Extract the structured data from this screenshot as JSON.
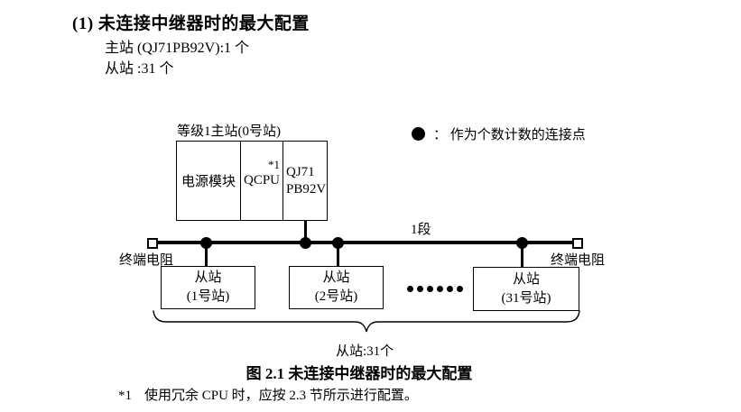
{
  "colors": {
    "ink": "#000000",
    "paper": "#ffffff"
  },
  "header": {
    "heading": "(1) 未连接中继器时的最大配置",
    "master_line": "主站 (QJ71PB92V):1 个",
    "slave_line": "从站 :31 个"
  },
  "diagram": {
    "master": {
      "label": "等级1主站(0号站)",
      "power_module": "电源模块",
      "cpu": "QCPU",
      "cpu_note": "*1",
      "module_line1": "QJ71",
      "module_line2": "PB92V"
    },
    "legend": {
      "icon": "filled-circle",
      "text": "：  作为个数计数的连接点"
    },
    "segment_label": "1段",
    "terminator_left_label": "终端电阻",
    "terminator_right_label": "终端电阻",
    "slaves": [
      {
        "line1": "从站",
        "line2": "(1号站)"
      },
      {
        "line1": "从站",
        "line2": "(2号站)"
      },
      {
        "line1": "从站",
        "line2": "(31号站)"
      }
    ],
    "brace_label": "从站:31个"
  },
  "caption": "图 2.1 未连接中继器时的最大配置",
  "footnote": {
    "marker": "*1",
    "text": "使用冗余 CPU 时，应按 2.3 节所示进行配置。"
  }
}
